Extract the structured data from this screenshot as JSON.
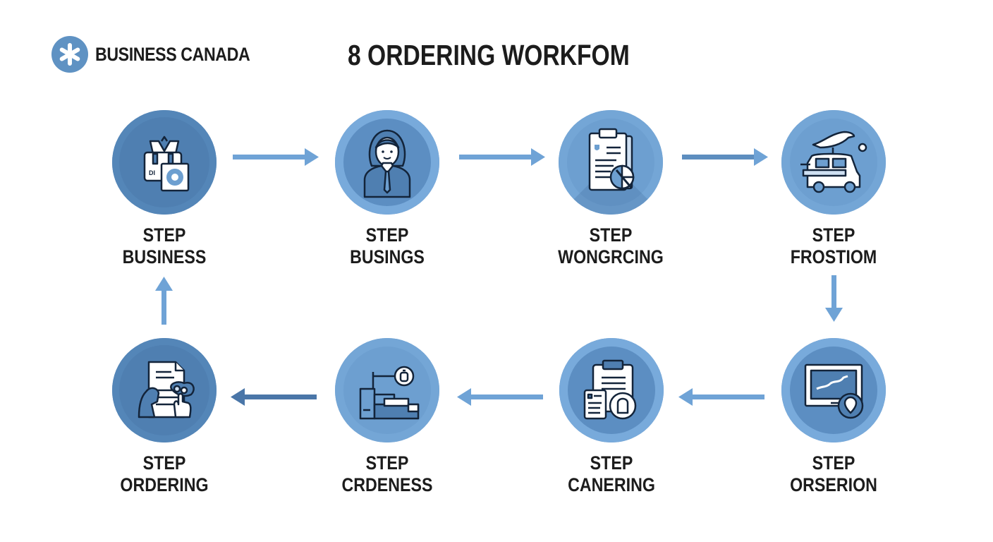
{
  "brand": {
    "name": "BUSINESS CANADA",
    "logo_icon": "snowflake-asterisk-icon"
  },
  "title": "8 ORDERING WORKFOM",
  "colors": {
    "circle_dark": "#4f7fb1",
    "circle_light": "#6d9fd0",
    "arrow_light": "#6fa3d6",
    "arrow_dark": "#4a76a8",
    "text": "#1c1c1c"
  },
  "steps": [
    {
      "line1": "STEP",
      "line2": "BUSINESS",
      "icon": "package-box-icon"
    },
    {
      "line1": "STEP",
      "line2": "BUSINGS",
      "icon": "businesswoman-icon"
    },
    {
      "line1": "STEP",
      "line2": "WONGRCING",
      "icon": "clipboard-pie-chart-icon"
    },
    {
      "line1": "STEP",
      "line2": "FROSTIOM",
      "icon": "delivery-van-bird-icon"
    },
    {
      "line1": "STEP",
      "line2": "ORSERION",
      "icon": "monitor-location-pin-icon"
    },
    {
      "line1": "STEP",
      "line2": "CANERING",
      "icon": "clipboard-lock-icon"
    },
    {
      "line1": "STEP",
      "line2": "CRDENESS",
      "icon": "factory-machine-icon"
    },
    {
      "line1": "STEP",
      "line2": "ORDERING",
      "icon": "document-person-touch-icon"
    }
  ],
  "flow": {
    "arrows": [
      {
        "from": 1,
        "to": 2,
        "direction": "right"
      },
      {
        "from": 2,
        "to": 3,
        "direction": "right"
      },
      {
        "from": 3,
        "to": 4,
        "direction": "right"
      },
      {
        "from": 4,
        "to": 5,
        "direction": "down"
      },
      {
        "from": 5,
        "to": 6,
        "direction": "left"
      },
      {
        "from": 6,
        "to": 7,
        "direction": "left"
      },
      {
        "from": 7,
        "to": 8,
        "direction": "left"
      },
      {
        "from": 8,
        "to": 1,
        "direction": "up"
      }
    ]
  }
}
